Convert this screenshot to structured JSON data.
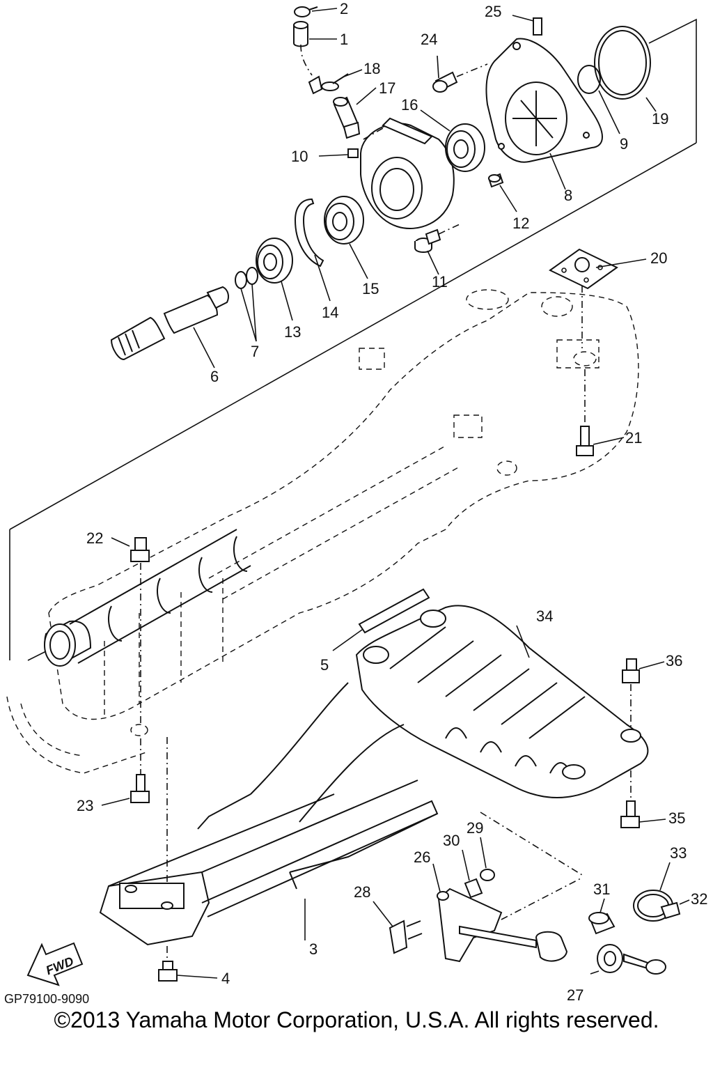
{
  "diagram": {
    "code": "GP79100-9090",
    "copyright": "©2013 Yamaha Motor Corporation, U.S.A. All rights reserved.",
    "fwd_label": "FWD",
    "callouts": [
      "1",
      "2",
      "3",
      "4",
      "5",
      "6",
      "7",
      "8",
      "9",
      "10",
      "11",
      "12",
      "13",
      "14",
      "15",
      "16",
      "17",
      "18",
      "19",
      "20",
      "21",
      "22",
      "23",
      "24",
      "25",
      "26",
      "27",
      "28",
      "29",
      "30",
      "31",
      "32",
      "33",
      "34",
      "35",
      "36"
    ]
  }
}
